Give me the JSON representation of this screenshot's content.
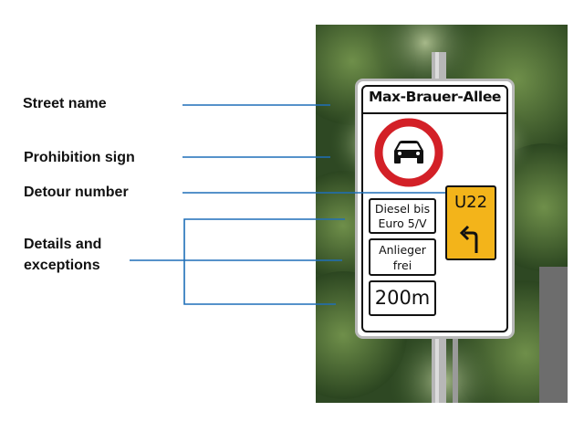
{
  "labels": {
    "street_name": "Street name",
    "prohibition_sign": "Prohibition sign",
    "detour_number": "Detour number",
    "details_line1": "Details and",
    "details_line2": "exceptions"
  },
  "sign": {
    "street": "Max-Brauer-Allee",
    "plate_diesel_line1": "Diesel bis",
    "plate_diesel_line2": "Euro 5/V",
    "plate_anlieger_line1": "Anlieger",
    "plate_anlieger_line2": "frei",
    "plate_distance": "200m",
    "detour_number": "U22"
  },
  "colors": {
    "leader_line": "#1f6fb8",
    "detour_plate": "#f3b41a",
    "prohibition_ring": "#d32027",
    "foliage": "#2f4a22"
  },
  "icons": {
    "prohibition": "no-motor-vehicles-icon",
    "detour_arrow": "turn-left-arrow-icon"
  }
}
